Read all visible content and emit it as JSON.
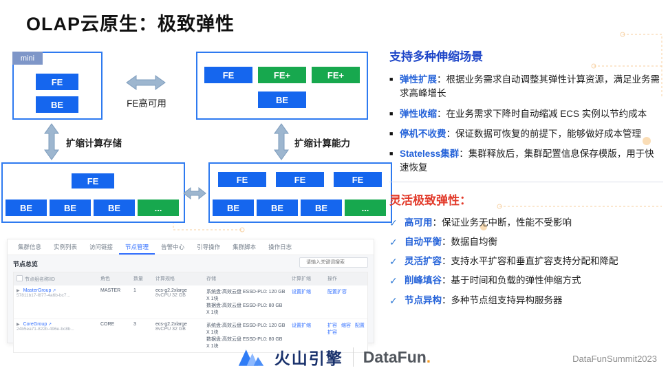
{
  "title": "OLAP云原生：极致弹性",
  "glyphs": {
    "bullet": "■",
    "check": "✓",
    "expander": "▶",
    "external_link": "↗",
    "dots": "..."
  },
  "diagram": {
    "mini_tag": "mini",
    "fe_ha_label": "FE高可用",
    "scale_storage_label": "扩缩计算存储",
    "scale_compute_label": "扩缩计算能力",
    "clusters": {
      "mini": {
        "nodes": [
          "FE",
          "BE"
        ]
      },
      "scaled_fe": {
        "row1": [
          "FE",
          "FE+",
          "FE+"
        ],
        "row2": [
          "BE"
        ]
      },
      "base": {
        "row1": [
          "FE"
        ],
        "row2": [
          "BE",
          "BE",
          "BE",
          "..."
        ]
      },
      "scaled": {
        "row1": [
          "FE",
          "FE",
          "FE"
        ],
        "row2": [
          "BE",
          "BE",
          "BE",
          "..."
        ]
      }
    }
  },
  "console": {
    "tabs": [
      "集群信息",
      "实例列表",
      "访问链接",
      "节点管理",
      "告警中心",
      "引导操作",
      "集群脚本",
      "操作日志"
    ],
    "section_title": "节点总览",
    "search_placeholder": "请输入关键词搜索",
    "table": {
      "headers": [
        "节点组名称/ID",
        "角色",
        "数量",
        "计算规格",
        "存储",
        "计算扩缩",
        "操作"
      ],
      "rows": [
        {
          "name": "MasterGroup",
          "id": "57811b17-f877-4a6b-bc7...",
          "role": "MASTER",
          "count": "1",
          "spec_line1": "ecs-g2.2xlarge",
          "spec_line2": "8vCPU 32 GB",
          "storage_line1": "系统盘:高效云盘 ESSD-PL0: 120 GB X 1块",
          "storage_line2": "数据盘:高效云盘 ESSD-PL0: 80 GB X 1块",
          "scale_link": "设置扩缩",
          "action1": "配置扩容",
          "action2": "",
          "action3": ""
        },
        {
          "name": "CoreGroup",
          "id": "24b5ea71-822b-496e-bc8b...",
          "role": "CORE",
          "count": "3",
          "spec_line1": "ecs-g2.2xlarge",
          "spec_line2": "8vCPU 32 GB",
          "storage_line1": "系统盘:高效云盘 ESSD-PL0: 120 GB X 1块",
          "storage_line2": "数据盘:高效云盘 ESSD-PL0: 80 GB X 1块",
          "scale_link": "设置扩缩",
          "action1": "扩容",
          "action2": "缩容",
          "action3": "配置扩容"
        }
      ]
    }
  },
  "right_panel": {
    "heading_scenarios": "支持多种伸缩场景",
    "bullets": [
      {
        "term": "弹性扩展",
        "colon": "：",
        "desc": "根据业务需求自动调整其弹性计算资源，满足业务需求高峰增长"
      },
      {
        "term": "弹性收缩",
        "colon": "：",
        "desc": "在业务需求下降时自动缩减 ECS 实例以节约成本"
      },
      {
        "term": "停机不收费",
        "colon": "：",
        "desc": "保证数据可恢复的前提下，能够做好成本管理"
      },
      {
        "term": "Stateless集群",
        "colon": "：",
        "desc": "集群释放后，集群配置信息保存模版，用于快速恢复"
      }
    ],
    "heading_flex": "灵活极致弹性：",
    "checks": [
      {
        "term": "高可用",
        "colon": "：",
        "desc": "保证业务无中断，性能不受影响"
      },
      {
        "term": "自动平衡",
        "colon": "：",
        "desc": "数据自均衡"
      },
      {
        "term": "灵活扩容",
        "colon": "：",
        "desc": "支持水平扩容和垂直扩容支持分配和降配"
      },
      {
        "term": "削峰填谷",
        "colon": "：",
        "desc": "基于时间和负载的弹性伸缩方式"
      },
      {
        "term": "节点异构",
        "colon": "：",
        "desc": "多种节点组支持异构服务器"
      }
    ]
  },
  "footer": {
    "brand_volc": "火山引擎",
    "brand_datafun": "DataFun",
    "brand_datafun_dot": ".",
    "watermark": "DataFunSummit2023"
  }
}
